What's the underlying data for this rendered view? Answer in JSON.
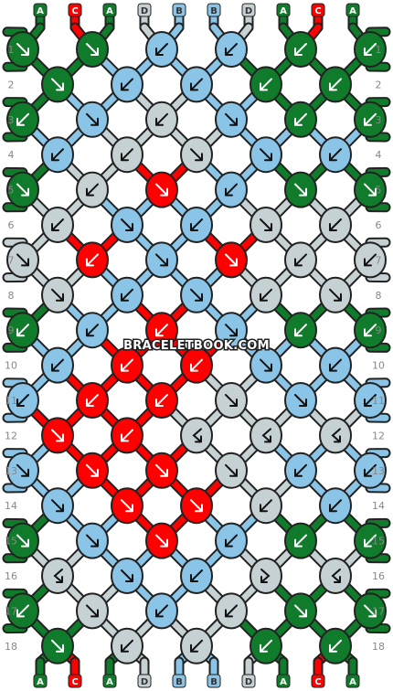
{
  "site": "BRACELETBOOK.COM",
  "colors": {
    "A": "#107c2b",
    "B": "#8ac4e6",
    "C": "#ff0000",
    "D": "#c5d1d3"
  },
  "strings_top": [
    "A",
    "C",
    "A",
    "D",
    "B",
    "B",
    "D",
    "A",
    "C",
    "A"
  ],
  "strings_bottom": [
    "A",
    "C",
    "A",
    "D",
    "B",
    "B",
    "D",
    "A",
    "C",
    "A"
  ],
  "row_labels": [
    "1",
    "2",
    "3",
    "4",
    "5",
    "6",
    "7",
    "8",
    "9",
    "10",
    "11",
    "12",
    "13",
    "14",
    "15",
    "16",
    "17",
    "18"
  ],
  "knot_rows": [
    [
      "A",
      "A",
      "B",
      "B",
      "A",
      "A"
    ],
    [
      "A",
      "B",
      "B",
      "A",
      "A"
    ],
    [
      "A",
      "B",
      "D",
      "B",
      "A",
      "A"
    ],
    [
      "B",
      "D",
      "D",
      "B",
      "B"
    ],
    [
      "A",
      "D",
      "C",
      "B",
      "A",
      "A"
    ],
    [
      "D",
      "B",
      "B",
      "D",
      "D"
    ],
    [
      "D",
      "C",
      "B",
      "C",
      "D",
      "D"
    ],
    [
      "D",
      "B",
      "B",
      "D",
      "D"
    ],
    [
      "A",
      "B",
      "C",
      "B",
      "A",
      "A"
    ],
    [
      "B",
      "C",
      "C",
      "B",
      "B"
    ],
    [
      "B",
      "C",
      "C",
      "D",
      "B",
      "B"
    ],
    [
      "C",
      "C",
      "D",
      "D",
      "D"
    ],
    [
      "B",
      "C",
      "C",
      "D",
      "B",
      "B"
    ],
    [
      "B",
      "C",
      "C",
      "D",
      "B"
    ],
    [
      "A",
      "B",
      "C",
      "B",
      "A",
      "A"
    ],
    [
      "D",
      "B",
      "B",
      "D",
      "D"
    ],
    [
      "A",
      "D",
      "B",
      "D",
      "A",
      "A"
    ],
    [
      "A",
      "D",
      "D",
      "A",
      "A"
    ]
  ],
  "arrow_rows": [
    [
      "fwd",
      "fwd",
      "bwd",
      "bwd",
      "bwd",
      "bwd"
    ],
    [
      "fwd",
      "bwd",
      "bwd",
      "bwd",
      "bwd"
    ],
    [
      "bwd",
      "fwd",
      "bwd",
      "fwd",
      "bwd",
      "bwd"
    ],
    [
      "bwd",
      "bwd",
      "fwd",
      "fwd",
      "bwd"
    ],
    [
      "fwd",
      "bwd",
      "fwd",
      "bwd",
      "fwd",
      "fwd"
    ],
    [
      "bwd",
      "fwd",
      "bwd",
      "fwd",
      "bwd"
    ],
    [
      "fwd",
      "bwd",
      "fwd",
      "fwd",
      "bwd",
      "bwd"
    ],
    [
      "fwd",
      "bwd",
      "fwd",
      "bwd",
      "fwd"
    ],
    [
      "bwd",
      "bwd",
      "bwd",
      "fwd",
      "bwd",
      "bwd"
    ],
    [
      "bwd",
      "bwd",
      "bwd",
      "fwd",
      "bwd"
    ],
    [
      "bwd",
      "bwd",
      "bwd",
      "fwd",
      "fwd",
      "bwd"
    ],
    [
      "fwd",
      "bwd",
      "bf",
      "bf",
      "bf"
    ],
    [
      "fwd",
      "fwd",
      "fwd",
      "fwd",
      "bwd",
      "bwd"
    ],
    [
      "fwd",
      "fwd",
      "fwd",
      "bwd",
      "bwd"
    ],
    [
      "fwd",
      "fwd",
      "fwd",
      "bwd",
      "bwd",
      "bwd"
    ],
    [
      "bf",
      "fwd",
      "bwd",
      "fb",
      "bf"
    ],
    [
      "bwd",
      "fwd",
      "bwd",
      "bwd",
      "fwd",
      "fwd"
    ],
    [
      "fwd",
      "bwd",
      "bwd",
      "bwd",
      "bwd"
    ]
  ]
}
